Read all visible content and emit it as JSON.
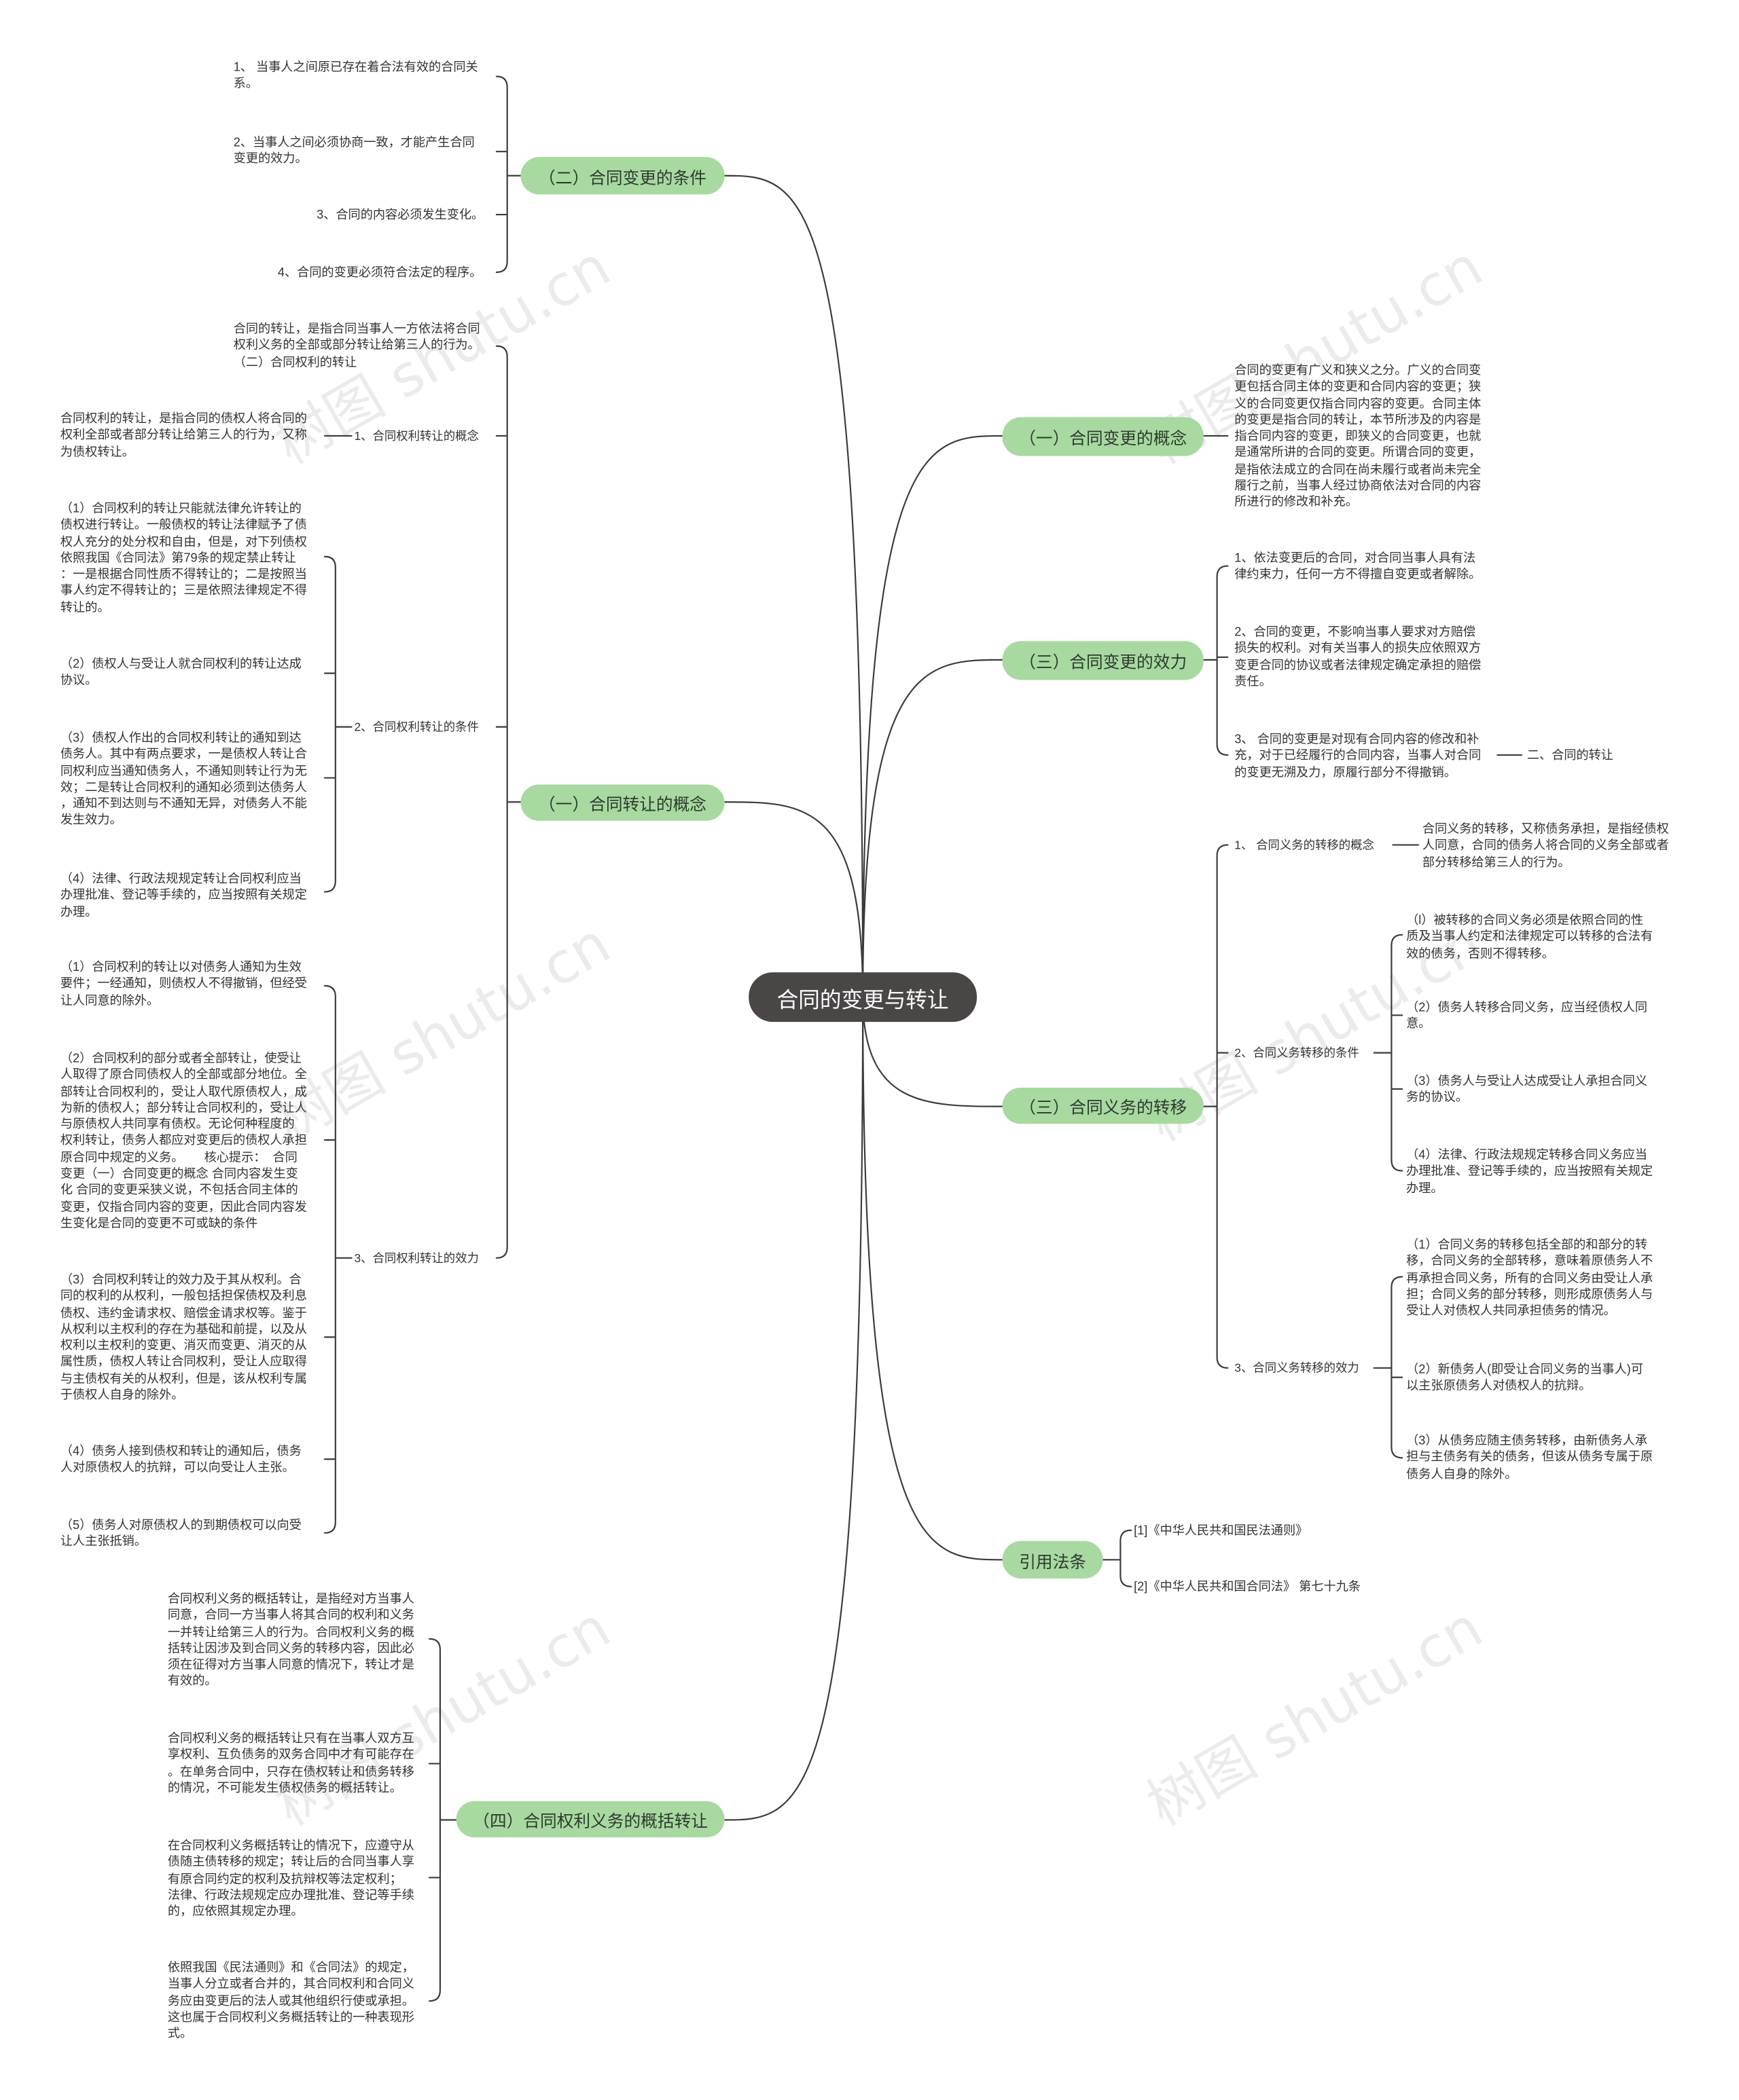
{
  "center": "合同的变更与转让",
  "watermark": "树图 shutu.cn",
  "change_conditions": {
    "label": "（二）合同变更的条件",
    "items": [
      "1、 当事人之间原已存在着合法有效的合同关\n系。",
      "2、当事人之间必须协商一致，才能产生合同\n变更的效力。",
      "3、合同的内容必须发生变化。",
      "4、合同的变更必须符合法定的程序。"
    ]
  },
  "transfer_concept": {
    "label": "（一）合同转让的概念",
    "intro": "合同的转让，是指合同当事人一方依法将合同\n权利义务的全部或部分转让给第三人的行为。\n（二）合同权利的转让",
    "rights_concept": {
      "label": "1、合同权利转让的概念",
      "text": "合同权利的转让，是指合同的债权人将合同的\n权利全部或者部分转让给第三人的行为，又称\n为债权转让。"
    },
    "rights_conditions": {
      "label": "2、合同权利转让的条件",
      "items": [
        "（1）合同权利的转让只能就法律允许转让的\n债权进行转让。一般债权的转让法律赋予了债\n权人充分的处分权和自由，但是，对下列债权\n依照我国《合同法》第79条的规定禁止转让\n：一是根据合同性质不得转让的；二是按照当\n事人约定不得转让的；三是依照法律规定不得\n转让的。",
        "（2）债权人与受让人就合同权利的转让达成\n协议。",
        "（3）债权人作出的合同权利转让的通知到达\n债务人。其中有两点要求，一是债权人转让合\n同权利应当通知债务人，不通知则转让行为无\n效；二是转让合同权利的通知必须到达债务人\n，通知不到达则与不通知无异，对债务人不能\n发生效力。",
        "（4）法律、行政法规规定转让合同权利应当\n办理批准、登记等手续的，应当按照有关规定\n办理。"
      ]
    },
    "rights_effect": {
      "label": "3、合同权利转让的效力",
      "items": [
        "（1）合同权利的转让以对债务人通知为生效\n要件；一经通知，则债权人不得撤销，但经受\n让人同意的除外。",
        "（2）合同权利的部分或者全部转让，使受让\n人取得了原合同债权人的全部或部分地位。全\n部转让合同权利的，受让人取代原债权人，成\n为新的债权人；部分转让合同权利的，受让人\n与原债权人共同享有债权。无论何种程度的\n权利转让，债务人都应对变更后的债权人承担\n原合同中规定的义务。      核心提示：  合同\n变更（一）合同变更的概念 合同内容发生变\n化 合同的变更采狭义说，不包括合同主体的\n变更，仅指合同内容的变更，因此合同内容发\n生变化是合同的变更不可或缺的条件",
        "（3）合同权利转让的效力及于其从权利。合\n同的权利的从权利，一般包括担保债权及利息\n债权、违约金请求权、赔偿金请求权等。鉴于\n从权利以主权利的存在为基础和前提，以及从\n权利以主权利的变更、消灭而变更、消灭的从\n属性质，债权人转让合同权利，受让人应取得\n与主债权有关的从权利，但是，该从权利专属\n于债权人自身的除外。",
        "（4）债务人接到债权和转让的通知后，债务\n人对原债权人的抗辩，可以向受让人主张。",
        "（5）债务人对原债权人的到期债权可以向受\n让人主张抵销。"
      ]
    }
  },
  "general_transfer": {
    "label": "（四）合同权利义务的概括转让",
    "items": [
      "合同权利义务的概括转让，是指经对方当事人\n同意，合同一方当事人将其合同的权利和义务\n一并转让给第三人的行为。合同权利义务的概\n括转让因涉及到合同义务的转移内容，因此必\n须在征得对方当事人同意的情况下，转让才是\n有效的。",
      "合同权利义务的概括转让只有在当事人双方互\n享权利、互负债务的双务合同中才有可能存在\n。在单务合同中，只存在债权转让和债务转移\n的情况，不可能发生债权债务的概括转让。",
      "在合同权利义务概括转让的情况下，应遵守从\n债随主债转移的规定；转让后的合同当事人享\n有原合同约定的权利及抗辩权等法定权利；\n法律、行政法规规定应办理批准、登记等手续\n的，应依照其规定办理。",
      "依照我国《民法通则》和《合同法》的规定，\n当事人分立或者合并的，其合同权利和合同义\n务应由变更后的法人或其他组织行使或承担。\n这也属于合同权利义务概括转让的一种表现形\n式。"
    ]
  },
  "change_concept": {
    "label": "（一）合同变更的概念",
    "text": "合同的变更有广义和狭义之分。广义的合同变\n更包括合同主体的变更和合同内容的变更；狭\n义的合同变更仅指合同内容的变更。合同主体\n的变更是指合同的转让，本节所涉及的内容是\n指合同内容的变更，即狭义的合同变更，也就\n是通常所讲的合同的变更。所谓合同的变更，\n是指依法成立的合同在尚未履行或者尚未完全\n履行之前，当事人经过协商依法对合同的内容\n所进行的修改和补充。"
  },
  "change_effect": {
    "label": "（三）合同变更的效力",
    "items": [
      "1、依法变更后的合同，对合同当事人具有法\n律约束力，任何一方不得擅自变更或者解除。",
      "2、合同的变更，不影响当事人要求对方赔偿\n损失的权利。对有关当事人的损失应依照双方\n变更合同的协议或者法律规定确定承担的赔偿\n责任。",
      "3、 合同的变更是对现有合同内容的修改和补\n充，对于已经履行的合同内容，当事人对合同\n的变更无溯及力，原履行部分不得撤销。"
    ],
    "next": "二、合同的转让"
  },
  "obligation_transfer": {
    "label": "（三）合同义务的转移",
    "concept": {
      "label": "1、 合同义务的转移的概念",
      "text": "合同义务的转移，又称债务承担，是指经债权\n人同意，合同的债务人将合同的义务全部或者\n部分转移给第三人的行为。"
    },
    "conditions": {
      "label": "2、合同义务转移的条件",
      "items": [
        "（l）被转移的合同义务必须是依照合同的性\n质及当事人约定和法律规定可以转移的合法有\n效的债务，否则不得转移。",
        "（2）债务人转移合同义务，应当经债权人同\n意。",
        "（3）债务人与受让人达成受让人承担合同义\n务的协议。",
        "（4）法律、行政法规规定转移合同义务应当\n办理批准、登记等手续的，应当按照有关规定\n办理。"
      ]
    },
    "effect": {
      "label": "3、合同义务转移的效力",
      "items": [
        "（1）合同义务的转移包括全部的和部分的转\n移，合同义务的全部转移，意味着原债务人不\n再承担合同义务，所有的合同义务由受让人承\n担；合同义务的部分转移，则形成原债务人与\n受让人对债权人共同承担债务的情况。",
        "（2）新债务人(即受让合同义务的当事人)可\n以主张原债务人对债权人的抗辩。",
        "（3）从债务应随主债务转移，由新债务人承\n担与主债务有关的债务，但该从债务专属于原\n债务人自身的除外。"
      ]
    }
  },
  "citations": {
    "label": "引用法条",
    "items": [
      "[1]《中华人民共和国民法通则》",
      "[2]《中华人民共和国合同法》 第七十九条"
    ]
  }
}
